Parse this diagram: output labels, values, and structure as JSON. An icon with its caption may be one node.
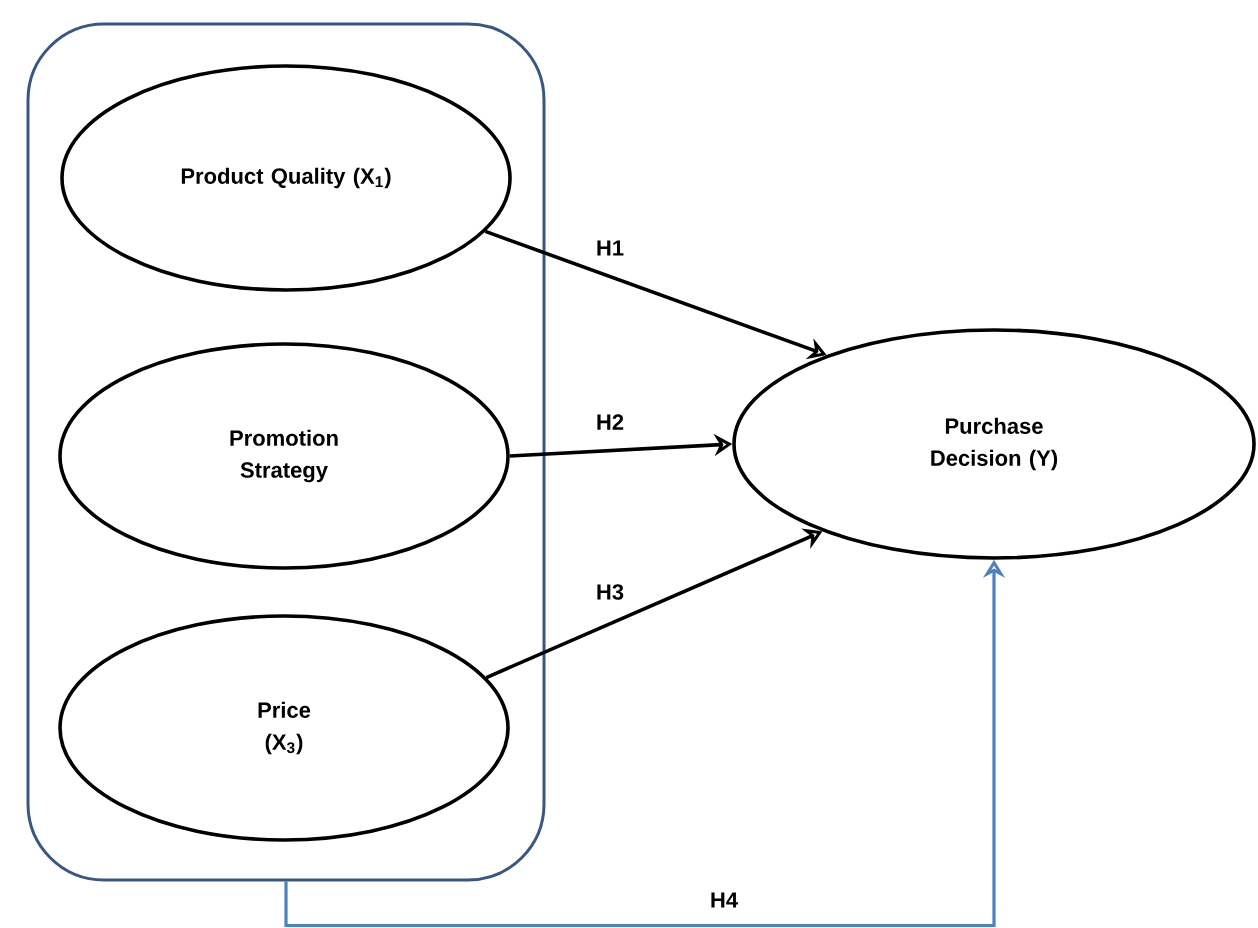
{
  "diagram": {
    "nodes": [
      {
        "text": [],
        "shape": "box"
      },
      {
        "text": [
          "Product Quality (X$_{1}$)"
        ],
        "in": 0
      },
      {
        "text": [
          "Promotion Strategy"
        ],
        "in": 0
      },
      {
        "text": [
          "Price (X$_{3}$)"
        ],
        "in": 0
      },
      {
        "text": [
          "Purchase Decision (Y)"
        ]
      }
    ],
    "edges": [
      {
        "from": 1,
        "to": 4,
        "arrow": "to",
        "label": "H1"
      },
      {
        "from": 2,
        "to": 4,
        "arrow": "to",
        "label": "H2"
      },
      {
        "from": 3,
        "to": 4,
        "arrow": "to",
        "label": "H3"
      },
      {
        "from": 0,
        "to": 4,
        "arrow": "to",
        "label": "H4",
        "color": "#4f81bd"
      }
    ]
  }
}
